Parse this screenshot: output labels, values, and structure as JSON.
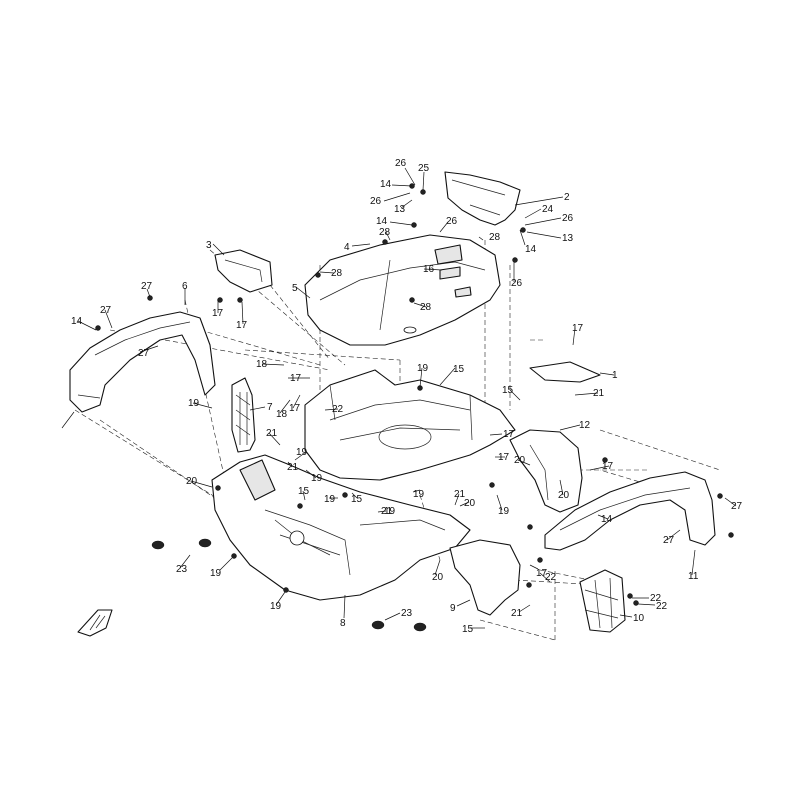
{
  "diagram": {
    "callouts": [
      {
        "id": "c1",
        "text": "26"
      },
      {
        "id": "c2",
        "text": "25"
      },
      {
        "id": "c3",
        "text": "14"
      },
      {
        "id": "c4",
        "text": "26"
      },
      {
        "id": "c5",
        "text": "13"
      },
      {
        "id": "c6",
        "text": "2"
      },
      {
        "id": "c7",
        "text": "24"
      },
      {
        "id": "c8",
        "text": "26"
      },
      {
        "id": "c9",
        "text": "14"
      },
      {
        "id": "c10",
        "text": "26"
      },
      {
        "id": "c11",
        "text": "28"
      },
      {
        "id": "c12",
        "text": "4"
      },
      {
        "id": "c13",
        "text": "28"
      },
      {
        "id": "c14",
        "text": "14"
      },
      {
        "id": "c15",
        "text": "13"
      },
      {
        "id": "c16",
        "text": "3"
      },
      {
        "id": "c17",
        "text": "28"
      },
      {
        "id": "c18",
        "text": "16"
      },
      {
        "id": "c19",
        "text": "26"
      },
      {
        "id": "c20",
        "text": "5"
      },
      {
        "id": "c21",
        "text": "28"
      },
      {
        "id": "c22",
        "text": "17"
      },
      {
        "id": "c23",
        "text": "17"
      },
      {
        "id": "c24",
        "text": "27"
      },
      {
        "id": "c25",
        "text": "6"
      },
      {
        "id": "c26",
        "text": "27"
      },
      {
        "id": "c27",
        "text": "14"
      },
      {
        "id": "c28",
        "text": "27"
      },
      {
        "id": "c29",
        "text": "17"
      },
      {
        "id": "c30",
        "text": "1"
      },
      {
        "id": "c31",
        "text": "18"
      },
      {
        "id": "c32",
        "text": "17"
      },
      {
        "id": "c33",
        "text": "19"
      },
      {
        "id": "c34",
        "text": "15"
      },
      {
        "id": "c35",
        "text": "15"
      },
      {
        "id": "c36",
        "text": "21"
      },
      {
        "id": "c37",
        "text": "19"
      },
      {
        "id": "c38",
        "text": "7"
      },
      {
        "id": "c39",
        "text": "18"
      },
      {
        "id": "c40",
        "text": "17"
      },
      {
        "id": "c41",
        "text": "22"
      },
      {
        "id": "c42",
        "text": "17"
      },
      {
        "id": "c43",
        "text": "12"
      },
      {
        "id": "c44",
        "text": "17"
      },
      {
        "id": "c45",
        "text": "21"
      },
      {
        "id": "c46",
        "text": "19"
      },
      {
        "id": "c47",
        "text": "21"
      },
      {
        "id": "c48",
        "text": "19"
      },
      {
        "id": "c49",
        "text": "20"
      },
      {
        "id": "c50",
        "text": "17"
      },
      {
        "id": "c51",
        "text": "20"
      },
      {
        "id": "c52",
        "text": "20"
      },
      {
        "id": "c53",
        "text": "19"
      },
      {
        "id": "c54",
        "text": "15"
      },
      {
        "id": "c55",
        "text": "19"
      },
      {
        "id": "c56",
        "text": "15"
      },
      {
        "id": "c57",
        "text": "19"
      },
      {
        "id": "c58",
        "text": "21"
      },
      {
        "id": "c59",
        "text": "20"
      },
      {
        "id": "c60",
        "text": "19"
      },
      {
        "id": "c61",
        "text": "21"
      },
      {
        "id": "c62",
        "text": "14"
      },
      {
        "id": "c63",
        "text": "27"
      },
      {
        "id": "c64",
        "text": "27"
      },
      {
        "id": "c65",
        "text": "11"
      },
      {
        "id": "c66",
        "text": "23"
      },
      {
        "id": "c67",
        "text": "19"
      },
      {
        "id": "c68",
        "text": "20"
      },
      {
        "id": "c69",
        "text": "22"
      },
      {
        "id": "c70",
        "text": "17"
      },
      {
        "id": "c71",
        "text": "22"
      },
      {
        "id": "c72",
        "text": "22"
      },
      {
        "id": "c73",
        "text": "19"
      },
      {
        "id": "c74",
        "text": "9"
      },
      {
        "id": "c75",
        "text": "21"
      },
      {
        "id": "c76",
        "text": "8"
      },
      {
        "id": "c77",
        "text": "23"
      },
      {
        "id": "c78",
        "text": "15"
      },
      {
        "id": "c79",
        "text": "10"
      }
    ]
  }
}
